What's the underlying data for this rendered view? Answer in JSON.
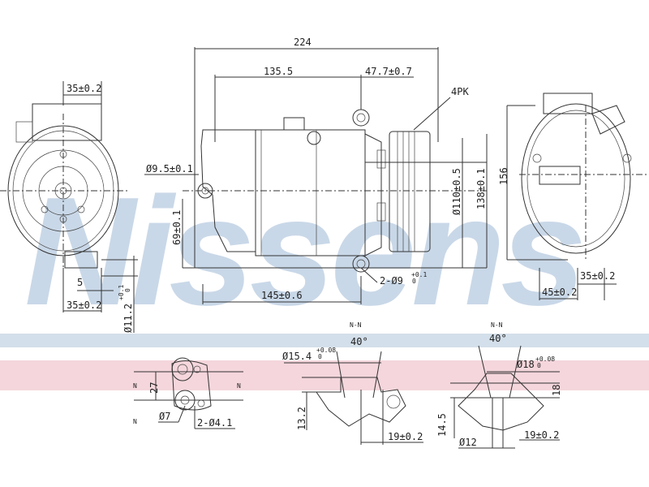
{
  "watermark": "Nissens",
  "colors": {
    "band_blue": "#d3dfea",
    "band_pink": "#f4d6dc",
    "watermark": "#c9d8e8",
    "line": "#333333"
  },
  "dimensions": {
    "overall_length": "224",
    "length_135": "135.5",
    "pulley_offset": "47.7±0.7",
    "belt": "4PK",
    "left_top_width": "35±0.2",
    "mount_hole": "Ø9.5±0.1",
    "pulley_dia": "Ø110±0.5",
    "height_138": "138±0.1",
    "height_156": "156",
    "height_69": "69±0.1",
    "holes_2x": "2-Ø9",
    "holes_2x_tol_top": "+0.1",
    "holes_2x_tol_bottom": "0",
    "length_145": "145±0.6",
    "left_small": "5",
    "left_bottom_width": "35±0.2",
    "left_dia": "Ø11.2",
    "left_dia_tol_top": "+0.1",
    "left_dia_tol_bottom": "0",
    "right_35": "35±0.2",
    "right_45": "45±0.2"
  },
  "details": {
    "flange": {
      "marker": "N",
      "height": "27",
      "dia_small": "Ø7",
      "holes": "2-Ø4.1"
    },
    "section1": {
      "title": "N-N",
      "angle": "40°",
      "dia": "Ø15.4",
      "tol_top": "+0.08",
      "tol_bottom": "0",
      "height": "13.2",
      "width": "19±0.2"
    },
    "section2": {
      "title": "N-N",
      "angle": "40°",
      "dia": "Ø18",
      "tol_top": "+0.08",
      "tol_bottom": "0",
      "height": "14.5",
      "dia_small": "Ø12",
      "width": "19±0.2",
      "depth": "18"
    }
  }
}
